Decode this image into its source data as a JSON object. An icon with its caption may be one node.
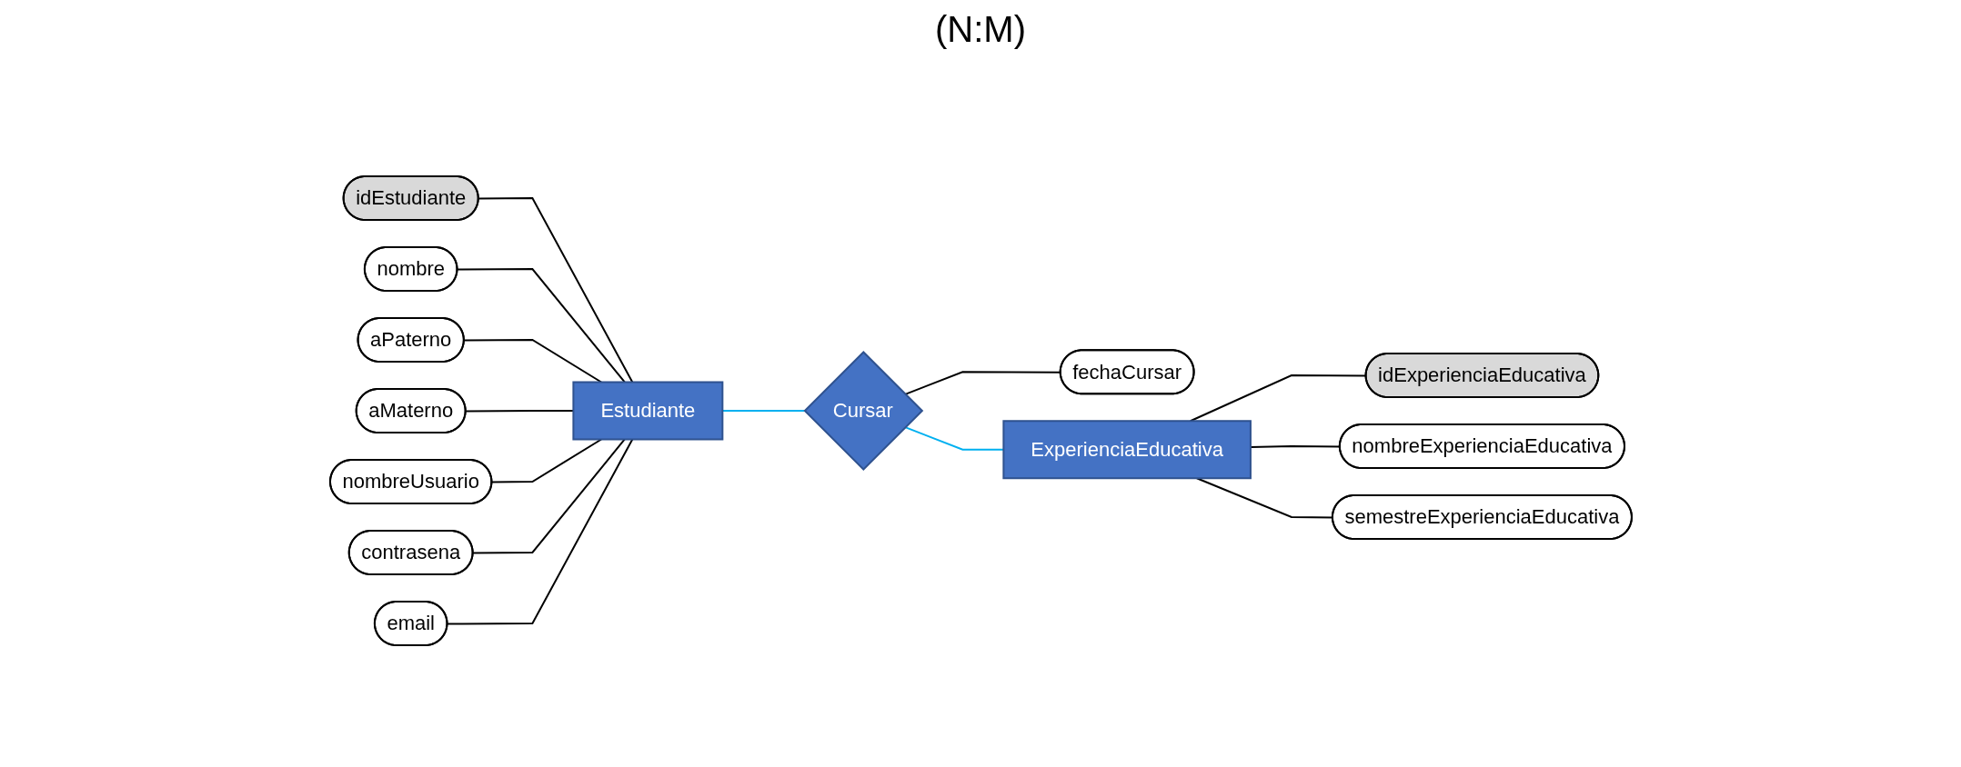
{
  "diagram": {
    "nodes": [
      {
        "text": [
          "idEstudiante"
        ]
      },
      {
        "text": [
          "nombre"
        ]
      },
      {
        "text": [
          "aPaterno"
        ]
      },
      {
        "text": [
          "aMaterno"
        ]
      },
      {
        "text": [
          "nombreUsuario"
        ]
      },
      {
        "text": [
          "contrasena"
        ]
      },
      {
        "text": [
          "email"
        ]
      },
      {
        "text": [
          "Estudiante"
        ]
      },
      {
        "text": [
          "Cursar"
        ]
      },
      {
        "text": [
          "fechaCursar"
        ]
      },
      {
        "text": [
          "idExperienciaEducativa"
        ]
      },
      {
        "text": [
          "nombreExperienciaEducativa"
        ]
      },
      {
        "text": [
          "ExperienciaEducativa"
        ]
      },
      {
        "text": [
          "semestreExperienciaEducativa"
        ]
      }
    ],
    "edges": [
      {
        "from": 0,
        "to": 7,
        "arrow": "none"
      },
      {
        "from": 1,
        "to": 7,
        "arrow": "none"
      },
      {
        "from": 2,
        "to": 7,
        "arrow": "none"
      },
      {
        "from": 3,
        "to": 7,
        "arrow": "none"
      },
      {
        "from": 4,
        "to": 7,
        "arrow": "none"
      },
      {
        "from": 5,
        "to": 7,
        "arrow": "none"
      },
      {
        "from": 6,
        "to": 7,
        "arrow": "none"
      },
      {
        "from": 7,
        "to": 8,
        "arrow": "none",
        "color": "#00b0f0"
      },
      {
        "from": 8,
        "to": 12,
        "arrow": "none",
        "color": "#00b0f0"
      },
      {
        "from": 8,
        "to": 9,
        "arrow": "none"
      },
      {
        "from": 12,
        "to": 10,
        "arrow": "none"
      },
      {
        "from": 12,
        "to": 11,
        "arrow": "none"
      },
      {
        "from": 12,
        "to": 13,
        "arrow": "none"
      }
    ],
    "labels": [
      "(N:M)"
    ]
  }
}
